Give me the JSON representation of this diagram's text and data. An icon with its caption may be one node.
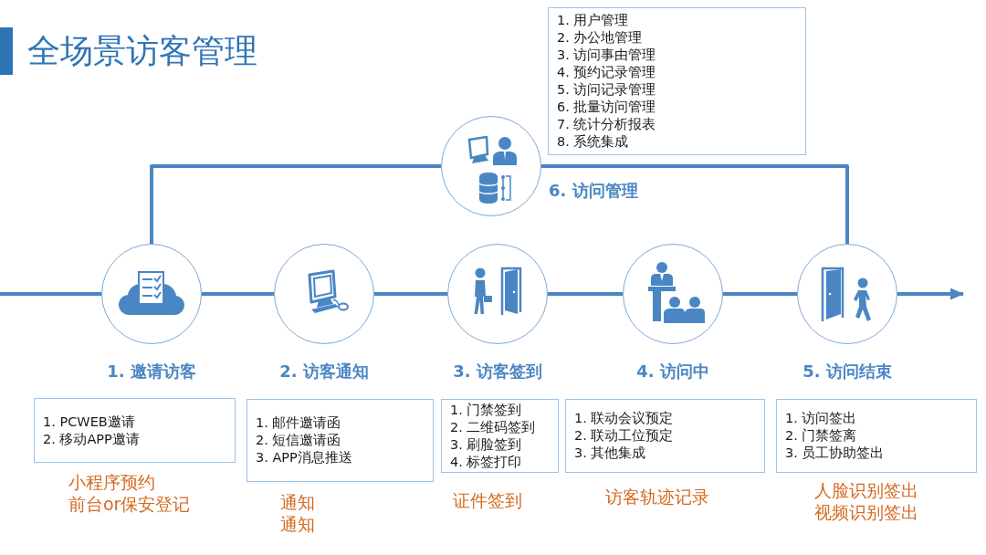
{
  "diagram": {
    "title": "全场景访客管理",
    "nodes": [
      {
        "text": [
          "1. 邀请访客"
        ]
      },
      {
        "text": [
          "1. PCWEB邀请",
          "2. 移动APP邀请"
        ],
        "beside": [
          "小程序预约",
          "前台or保安登记"
        ]
      },
      {
        "text": [
          "2. 访客通知"
        ]
      },
      {
        "text": [
          "1. 邮件邀请函",
          "2. 短信邀请函",
          "3. APP消息推送"
        ],
        "beside": [
          "通知",
          "通知"
        ]
      },
      {
        "text": [
          "3. 访客签到"
        ]
      },
      {
        "text": [
          "1. 门禁签到",
          "2. 二维码签到",
          "3. 刷脸签到",
          "4. 标签打印"
        ],
        "beside": [
          "证件签到"
        ]
      },
      {
        "text": [
          "4. 访问中"
        ]
      },
      {
        "text": [
          "1. 联动会议预定",
          "2. 联动工位预定",
          "3. 其他集成"
        ],
        "beside": [
          "访客轨迹记录"
        ]
      },
      {
        "text": [
          "5. 访问结束"
        ]
      },
      {
        "text": [
          "1. 访问签出",
          "2. 门禁签离",
          "3. 员工协助签出"
        ],
        "beside": [
          "人脸识别签出",
          "视频识别签出"
        ]
      },
      {
        "text": [
          "6. 访问管理"
        ]
      },
      {
        "text": [
          "1. 用户管理",
          "2. 办公地管理",
          "3. 访问事由管理",
          "4. 预约记录管理",
          "5. 访问记录管理",
          "6. 批量访问管理",
          "7. 统计分析报表",
          "8. 系统集成"
        ]
      }
    ],
    "edges": [
      {
        "from": null,
        "to": 0,
        "arrow": "none"
      },
      {
        "from": 0,
        "to": 2,
        "arrow": "none"
      },
      {
        "from": 2,
        "to": 4,
        "arrow": "none"
      },
      {
        "from": 4,
        "to": 6,
        "arrow": "none"
      },
      {
        "from": 6,
        "to": 8,
        "arrow": "none"
      },
      {
        "from": 8,
        "to": null,
        "arrow": "to"
      },
      {
        "from": 0,
        "to": 10,
        "arrow": "none"
      },
      {
        "from": 10,
        "to": 8,
        "arrow": "none"
      }
    ]
  }
}
